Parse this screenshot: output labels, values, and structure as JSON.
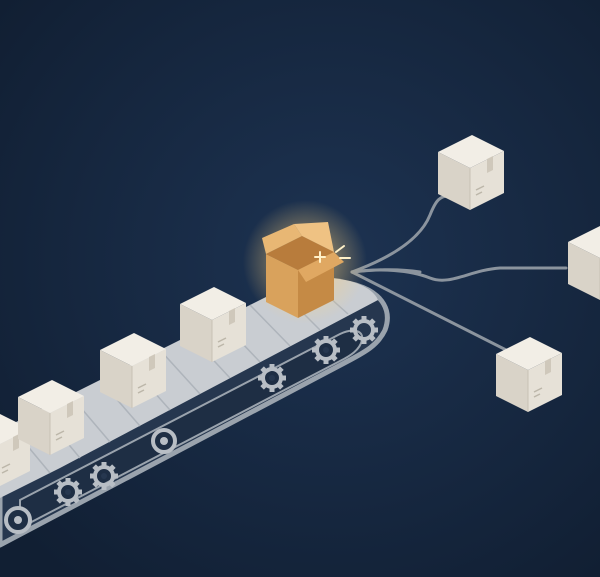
{
  "scene": {
    "description_visible_text": "",
    "colors": {
      "background": "#14243a",
      "background_glow": "#1d3352",
      "belt_frame": "#26374f",
      "belt_rim": "#9aa3ad",
      "belt_surface": "#c9cdd2",
      "belt_slat": "#aeb4bb",
      "gear": "#b8bec5",
      "box_top": "#f2eee6",
      "box_left": "#d9d3c8",
      "box_right": "#e6e1d7",
      "box_tape": "#cfc8bb",
      "open_box_front": "#d9a25c",
      "open_box_side": "#c58a45",
      "open_box_flap": "#e8b774",
      "open_box_glow": "#ffd27a",
      "routing_line": "#8b949e"
    },
    "icons": [
      "conveyor-belt",
      "cardboard-box",
      "open-box",
      "gear-icon",
      "roller-icon",
      "routing-lines"
    ]
  }
}
